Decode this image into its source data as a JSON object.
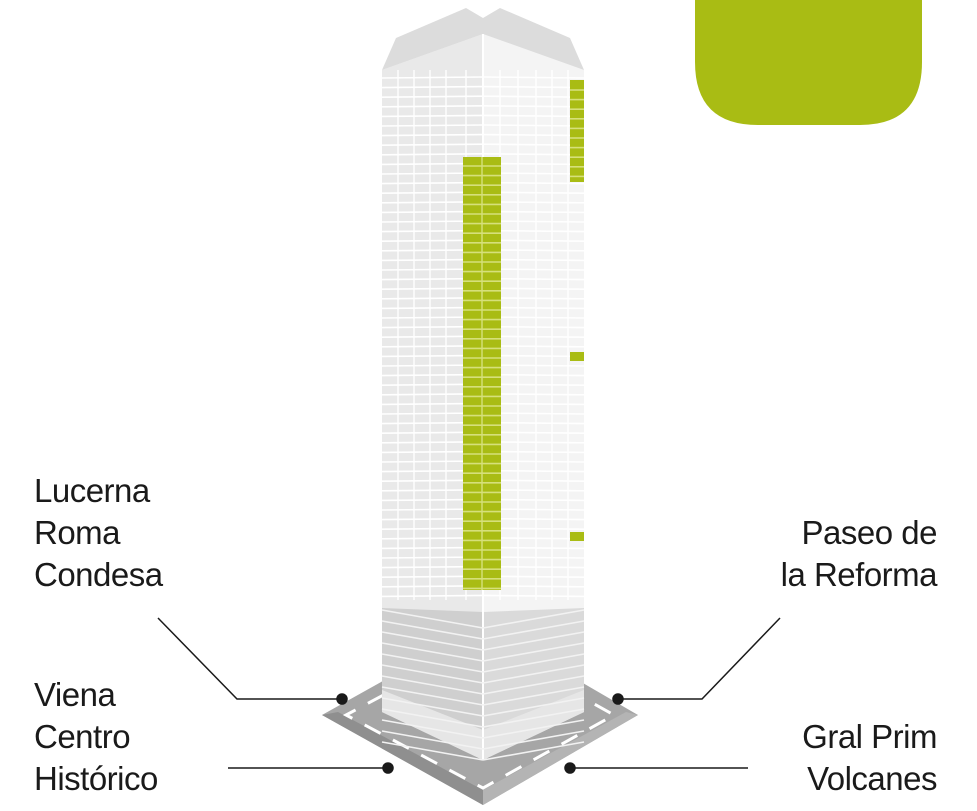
{
  "labels": {
    "top_left": [
      "Lucerna",
      "Roma",
      "Condesa"
    ],
    "bottom_left": [
      "Viena",
      "Centro",
      "Histórico"
    ],
    "top_right": [
      "Paseo de",
      "la Reforma"
    ],
    "bottom_right": [
      "Gral Prim",
      "Volcanes"
    ]
  },
  "colors": {
    "accent": "#a9bc14",
    "accent_dark": "#8a9c12",
    "tower_left_face": "#e9e9e9",
    "tower_right_face": "#f4f4f4",
    "street": "#a6a6a6",
    "street_dark": "#8f8f8f",
    "text": "#1a1a1a"
  },
  "icons": {
    "corner_badge": "green-rounded-square"
  }
}
